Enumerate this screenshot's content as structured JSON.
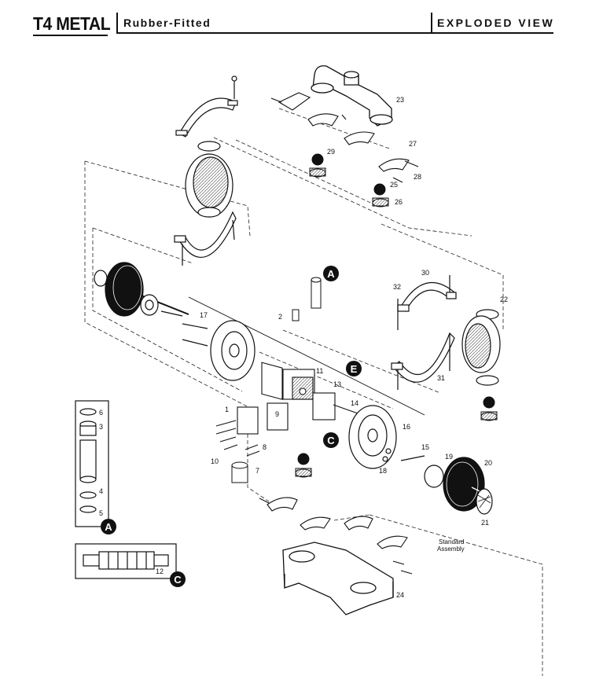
{
  "header": {
    "model": "T4 METAL",
    "subtitle": "Rubber-Fitted",
    "view": "EXPLODED VIEW"
  },
  "callouts": {
    "n1": "1",
    "n2": "2",
    "n3": "3",
    "n4": "4",
    "n5": "5",
    "n6": "6",
    "n7": "7",
    "n8": "8",
    "n9": "9",
    "n10": "10",
    "n11": "11",
    "n12": "12",
    "n13": "13",
    "n14": "14",
    "n15": "15",
    "n16": "16",
    "n17": "17",
    "n18": "18",
    "n19": "19",
    "n20": "20",
    "n21": "21",
    "n22": "22",
    "n23": "23",
    "n24": "24",
    "n25": "25",
    "n26": "26",
    "n27": "27",
    "n28": "28",
    "n29": "29",
    "n30": "30",
    "n31": "31",
    "n32": "32"
  },
  "detail_markers": {
    "a": "A",
    "c": "C",
    "e": "E"
  },
  "notes": {
    "standard_line1": "Standard",
    "standard_line2": "Assembly"
  }
}
